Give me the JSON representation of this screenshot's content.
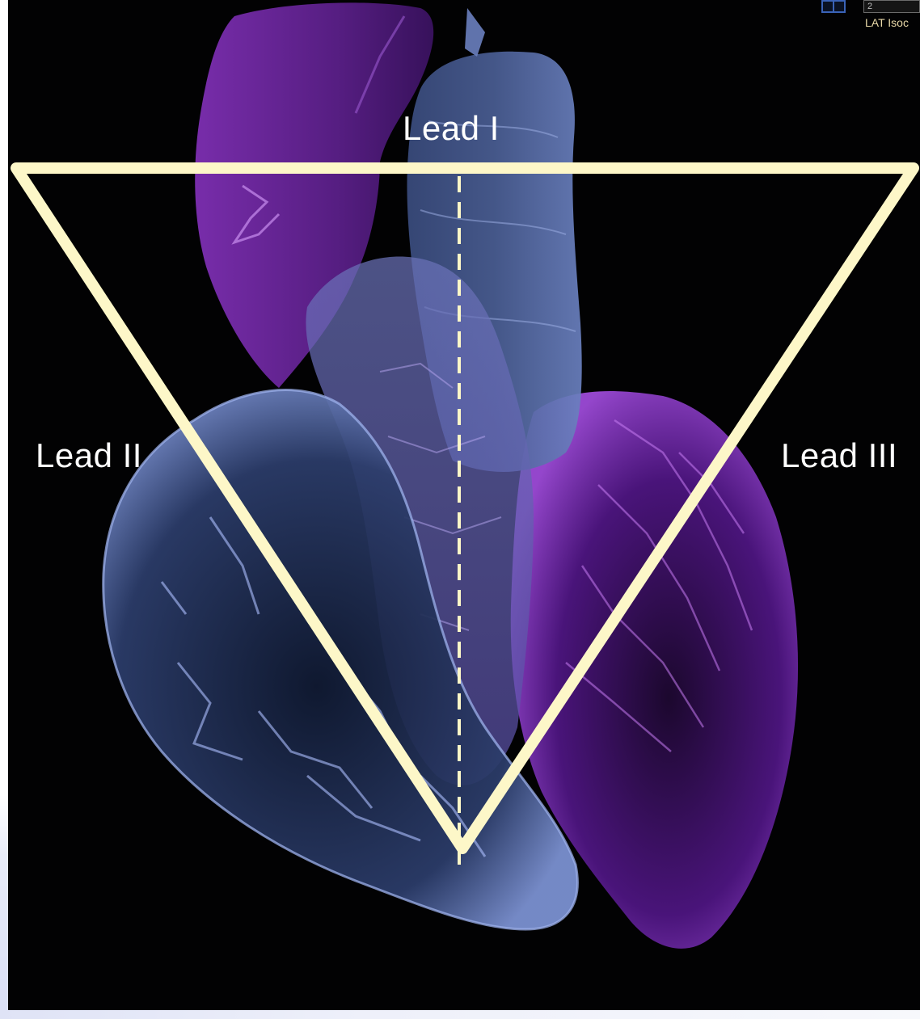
{
  "labels": {
    "lead_1": "Lead I",
    "lead_2": "Lead II",
    "lead_3": "Lead III"
  },
  "toolbar": {
    "field_value": "2",
    "caption": "LAT Isoc"
  },
  "colors": {
    "background": "#020203",
    "triangle": "#fdf7c8",
    "label_text": "#ffffff",
    "chamber_blue": "#8a9fdc",
    "chamber_purple": "#8a3dc4"
  }
}
